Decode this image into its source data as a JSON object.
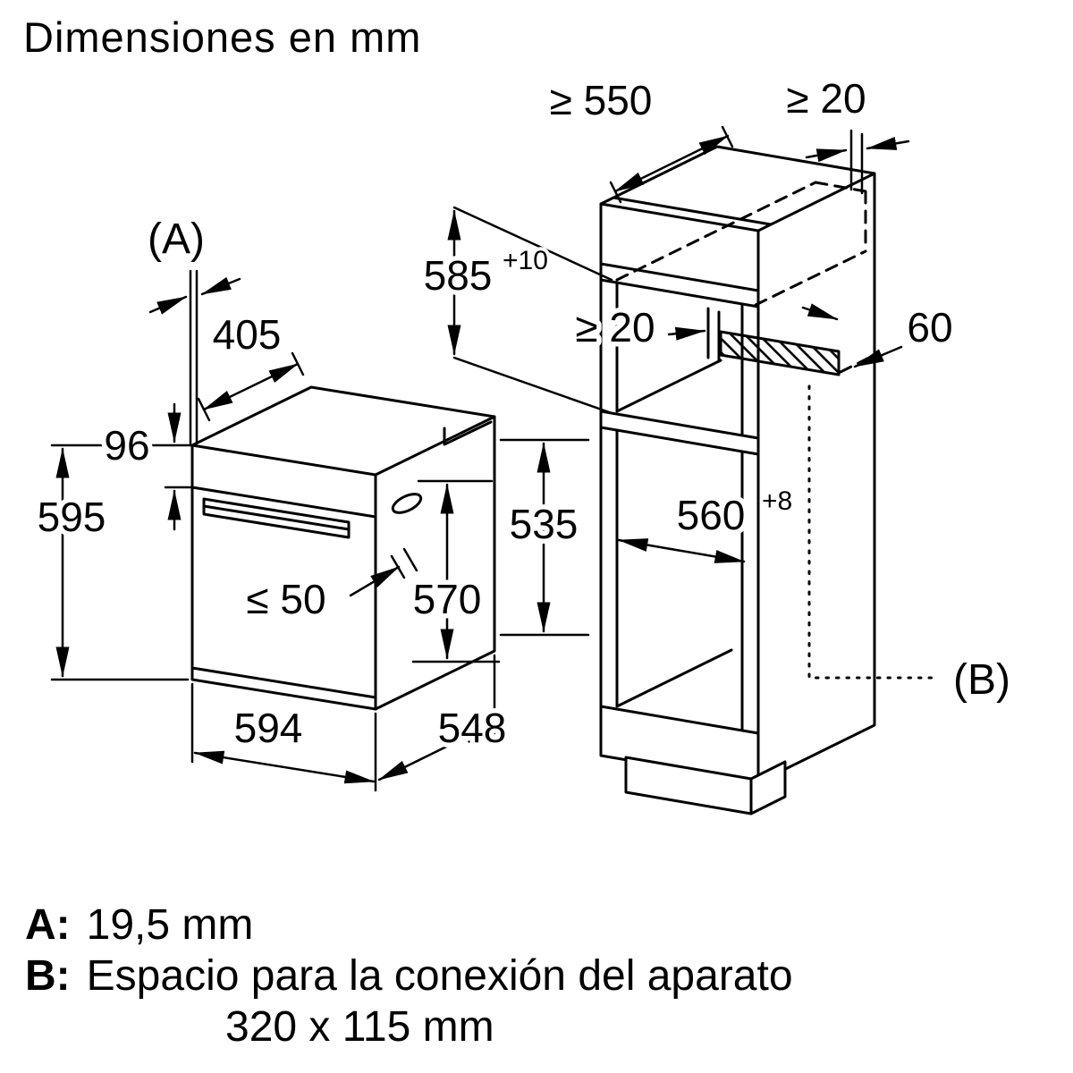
{
  "title": "Dimensiones en mm",
  "colors": {
    "line": "#000000",
    "background": "#ffffff"
  },
  "oven_dims": {
    "a_ref": "(A)",
    "top_depth": "405",
    "panel_height": "96",
    "height": "595",
    "handle_max": "≤ 50",
    "body_depth": "570",
    "rear_height": "535",
    "width": "594",
    "door_depth": "548"
  },
  "cabinet_dims": {
    "min_depth": "≥ 550",
    "rear_gap_top": "≥ 20",
    "niche_height": "585",
    "niche_height_tol": "+10",
    "spacer_gap": "≥ 20",
    "spacer_depth": "60",
    "niche_width": "560",
    "niche_width_tol": "+8",
    "b_ref": "(B)"
  },
  "footnotes": {
    "a_key": "A:",
    "a_value": "19,5 mm",
    "b_key": "B:",
    "b_value": "Espacio para la conexión del aparato",
    "b_value_2": "320 x 115 mm"
  }
}
